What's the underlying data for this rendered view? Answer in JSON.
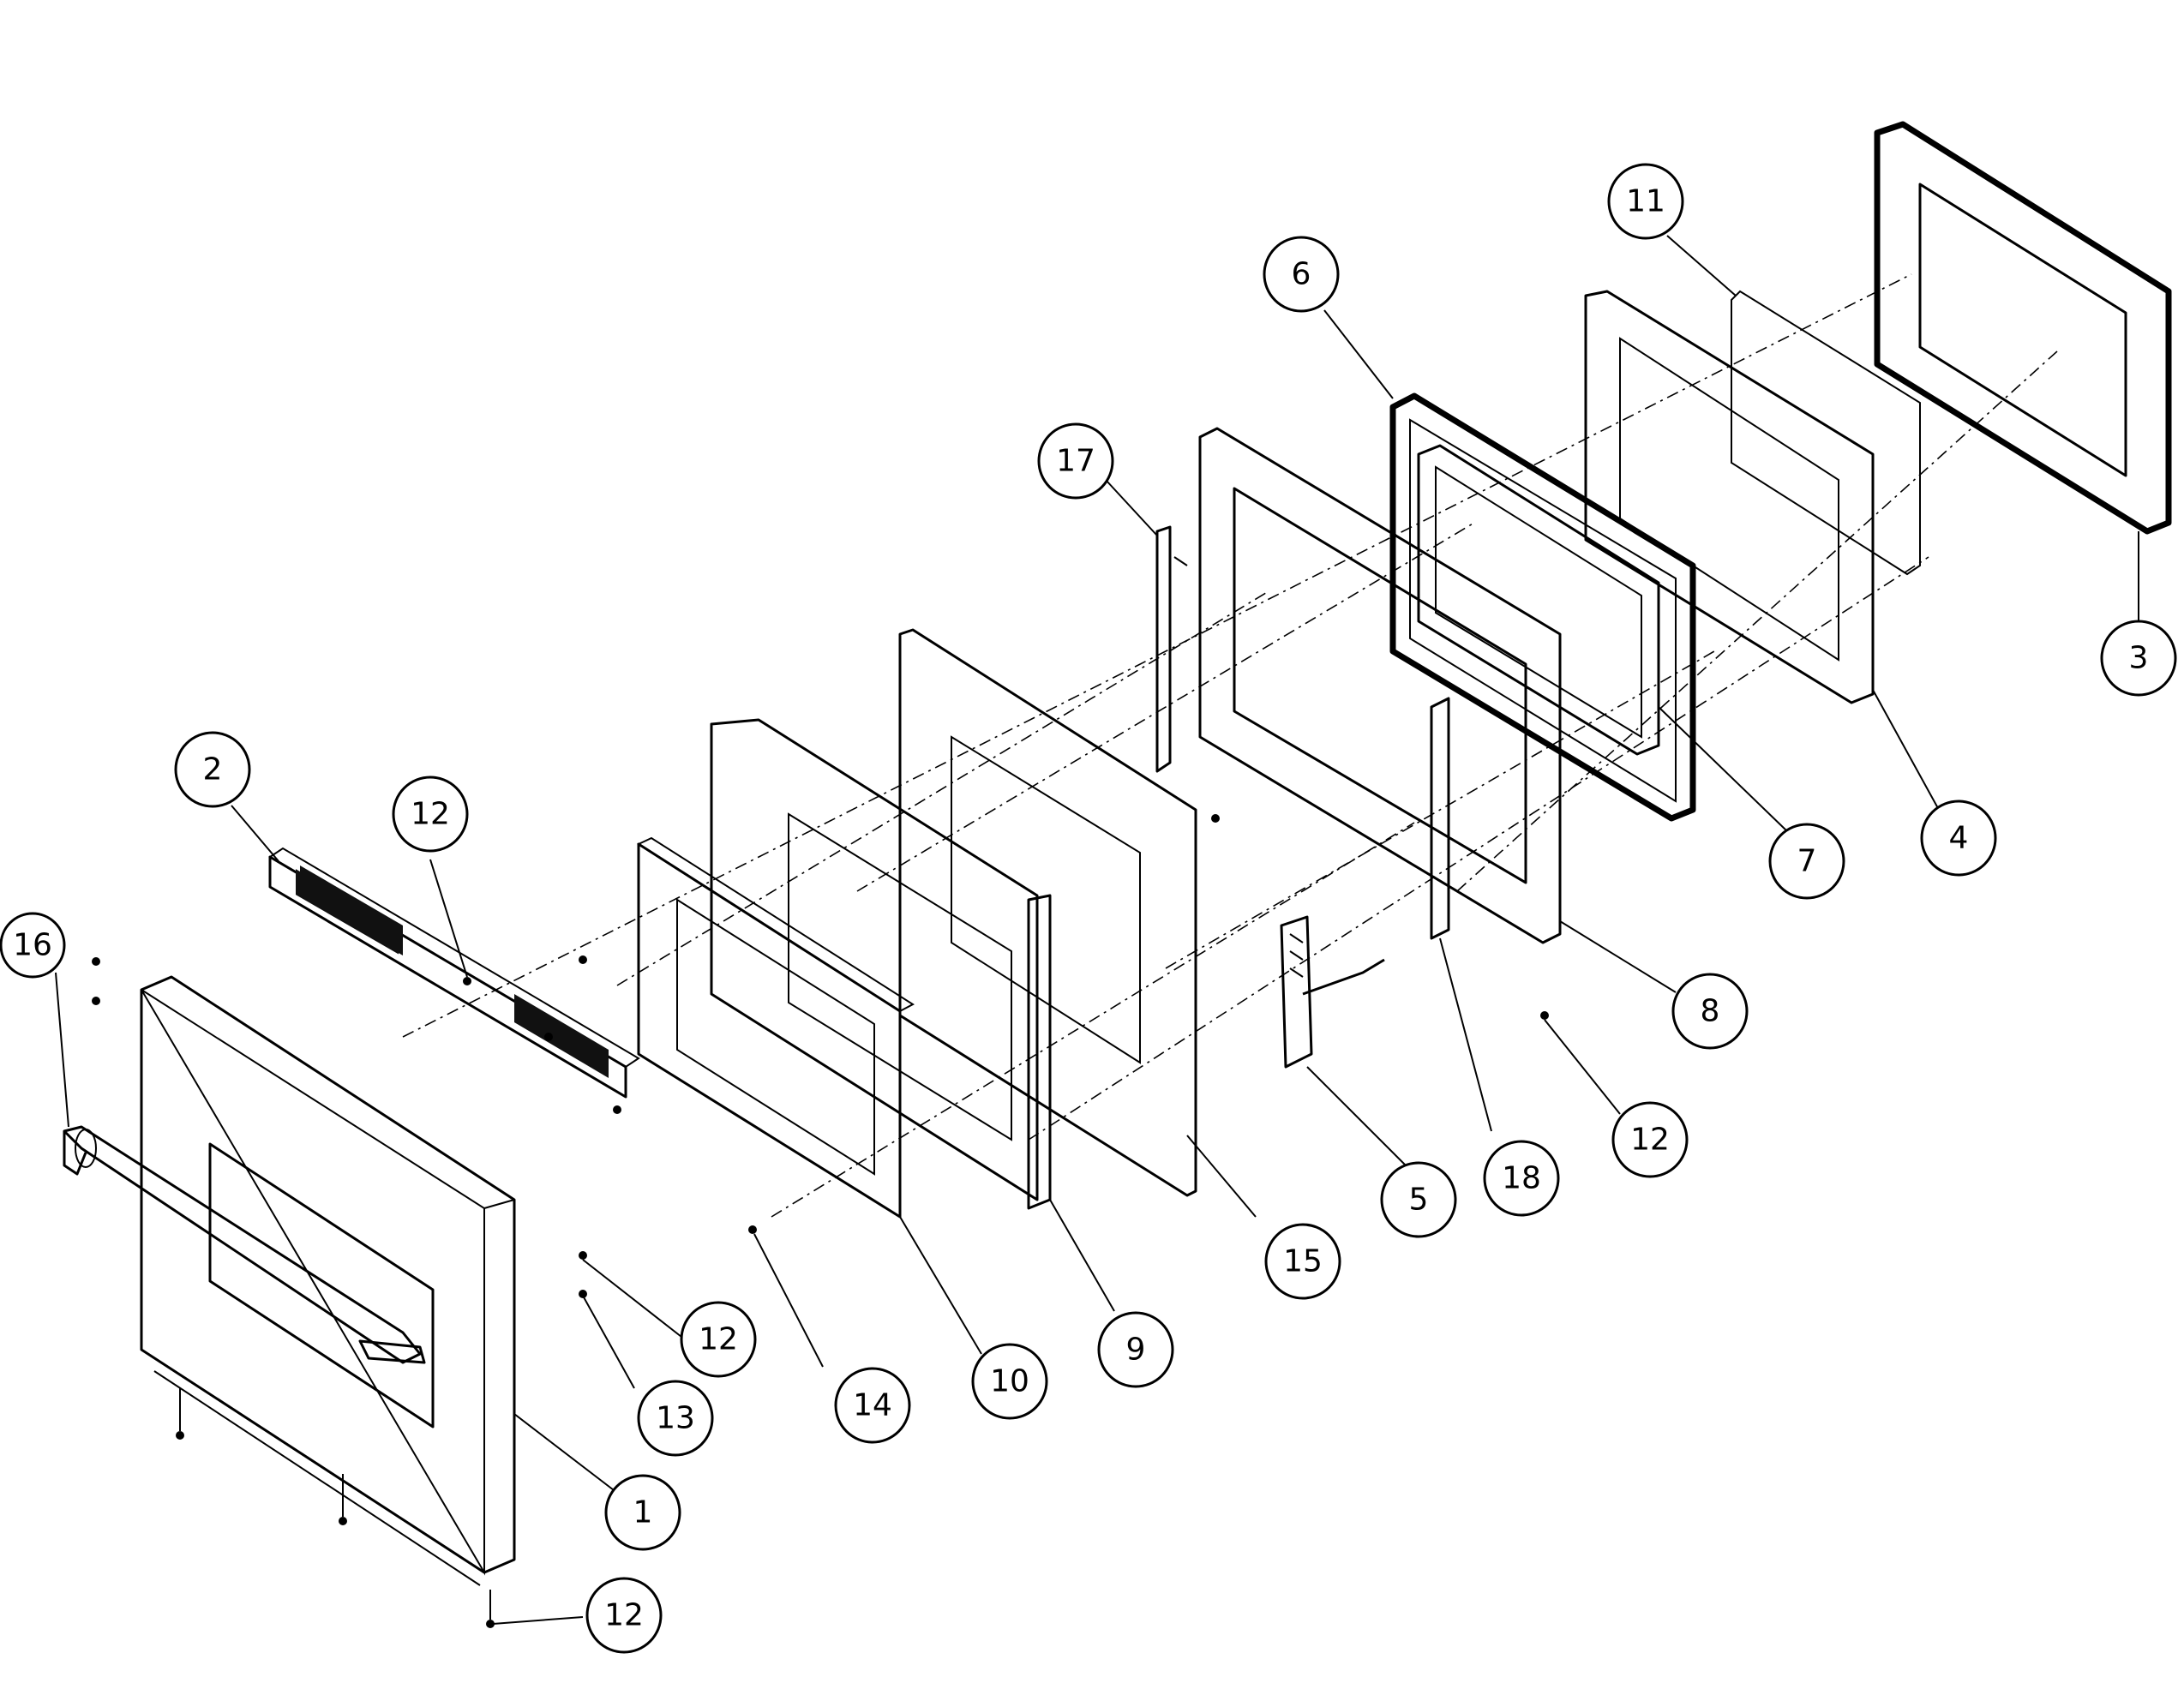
{
  "diagram": {
    "callouts": [
      {
        "id": "c1",
        "label": "1"
      },
      {
        "id": "c2",
        "label": "2"
      },
      {
        "id": "c3",
        "label": "3"
      },
      {
        "id": "c4",
        "label": "4"
      },
      {
        "id": "c5",
        "label": "5"
      },
      {
        "id": "c6",
        "label": "6"
      },
      {
        "id": "c7",
        "label": "7"
      },
      {
        "id": "c8",
        "label": "8"
      },
      {
        "id": "c9",
        "label": "9"
      },
      {
        "id": "c10",
        "label": "10"
      },
      {
        "id": "c11",
        "label": "11"
      },
      {
        "id": "c12a",
        "label": "12"
      },
      {
        "id": "c12b",
        "label": "12"
      },
      {
        "id": "c12c",
        "label": "12"
      },
      {
        "id": "c12d",
        "label": "12"
      },
      {
        "id": "c13",
        "label": "13"
      },
      {
        "id": "c14",
        "label": "14"
      },
      {
        "id": "c15",
        "label": "15"
      },
      {
        "id": "c16",
        "label": "16"
      },
      {
        "id": "c17",
        "label": "17"
      },
      {
        "id": "c18",
        "label": "18"
      }
    ]
  }
}
